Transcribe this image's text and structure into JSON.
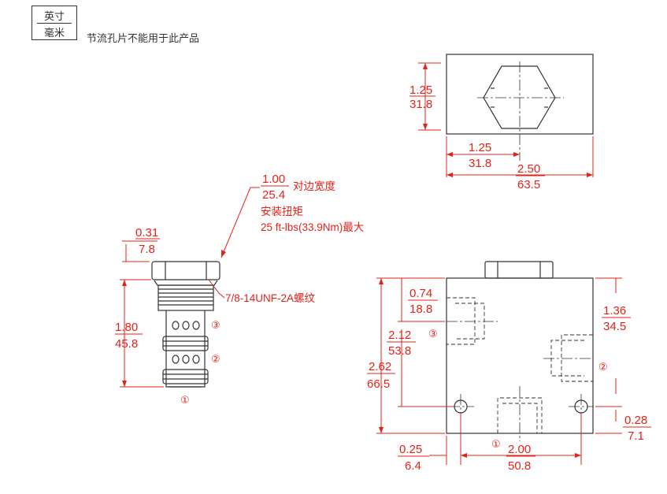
{
  "legend": {
    "top": "英寸",
    "bottom": "毫米"
  },
  "note": "节流孔片不能用于此产品",
  "dims": {
    "hex_side": {
      "in": "1.25",
      "mm": "31.8"
    },
    "hex_center": {
      "in": "1.25",
      "mm": "31.8"
    },
    "body_width": {
      "in": "2.50",
      "mm": "63.5"
    },
    "hex_flat": {
      "in": "1.00",
      "mm": "25.4"
    },
    "hex_height": {
      "in": "0.31",
      "mm": "7.8"
    },
    "cart_len": {
      "in": "1.80",
      "mm": "45.8"
    },
    "port3": {
      "in": "0.74",
      "mm": "18.8"
    },
    "port3b": {
      "in": "2.12",
      "mm": "53.8"
    },
    "height": {
      "in": "2.62",
      "mm": "66.5"
    },
    "port2": {
      "in": "1.36",
      "mm": "34.5"
    },
    "edge": {
      "in": "0.28",
      "mm": "7.1"
    },
    "hole_edge": {
      "in": "0.25",
      "mm": "6.4"
    },
    "hole_span": {
      "in": "2.00",
      "mm": "50.8"
    }
  },
  "labels": {
    "flat_text": "对边宽度",
    "torque_title": "安装扭矩",
    "torque_value": "25 ft-lbs(33.9Nm)最大",
    "thread": "7/8-14UNF-2A螺纹"
  },
  "ports": {
    "p1": "①",
    "p2": "②",
    "p3": "③"
  }
}
